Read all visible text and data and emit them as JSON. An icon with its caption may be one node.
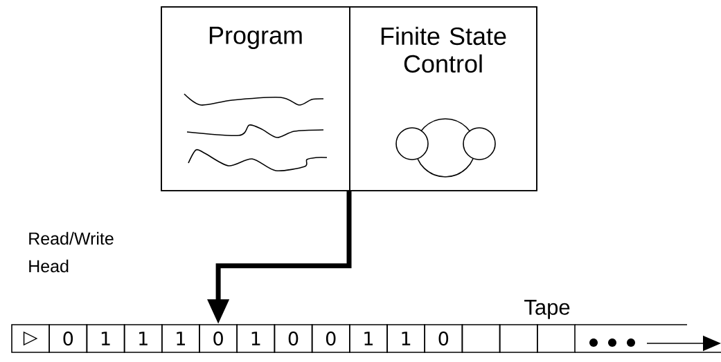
{
  "diagram": {
    "nodes": [
      {
        "text": [],
        "shape": "box"
      },
      {
        "text": [
          "Program"
        ],
        "in": 0
      },
      {
        "text": [
          "Finite State Control"
        ],
        "in": 0
      },
      {
        "text": [
          "▷"
        ]
      },
      {
        "text": [
          "0"
        ]
      },
      {
        "text": [
          "1"
        ]
      },
      {
        "text": [
          "1"
        ]
      },
      {
        "text": [
          "1"
        ]
      },
      {
        "text": [
          "0"
        ]
      },
      {
        "text": [
          "1"
        ]
      },
      {
        "text": [
          "0"
        ]
      },
      {
        "text": [
          "0"
        ]
      },
      {
        "text": [
          "1"
        ]
      },
      {
        "text": [
          "1"
        ]
      },
      {
        "text": [
          "0"
        ]
      },
      {
        "text": [],
        "shape": "box"
      },
      {
        "text": [],
        "shape": "box"
      },
      {
        "text": [],
        "shape": "box"
      }
    ],
    "edges": [
      {
        "from": 0,
        "to": 8,
        "arrow": "to"
      }
    ],
    "labels": [
      "Read/Write Head",
      "Tape"
    ]
  }
}
